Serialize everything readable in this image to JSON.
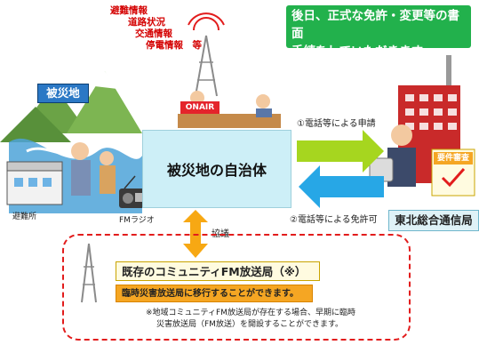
{
  "info_list": [
    "避難情報",
    "道路状況",
    "交通情報",
    "停電情報　等"
  ],
  "notice": {
    "line1": "後日、正式な免許・変更等の書面",
    "line2": "手続をしていただきます。"
  },
  "disaster_area": {
    "label": "被災地",
    "shelter_label": "避難所",
    "radio_label": "FMラジオ"
  },
  "onair_label": "ONAIR",
  "center": {
    "label": "被災地の自治体"
  },
  "arrows": {
    "request_label": "①電話等による申請",
    "permit_label": "②電話等による免許可"
  },
  "bureau": {
    "label": "東北総合通信局",
    "stamp": "要件審査"
  },
  "consult_label": "協議",
  "community_fm": {
    "title": "既存のコミュニティFM放送局（※）",
    "note": "臨時災害放送局に移行することができます。",
    "footnote_line1": "※地域コミュニティFM放送局が存在する場合、早期に臨時",
    "footnote_line2": "災害放送局（FM放送）を開設することができます。"
  },
  "colors": {
    "info_red": "#d40000",
    "notice_green": "#22b14c",
    "center_bg": "#cdeff7",
    "arrow_green": "#a6d61f",
    "arrow_blue": "#27a7e6",
    "arrow_orange": "#f7a813",
    "frame_red": "#e21c1c"
  }
}
